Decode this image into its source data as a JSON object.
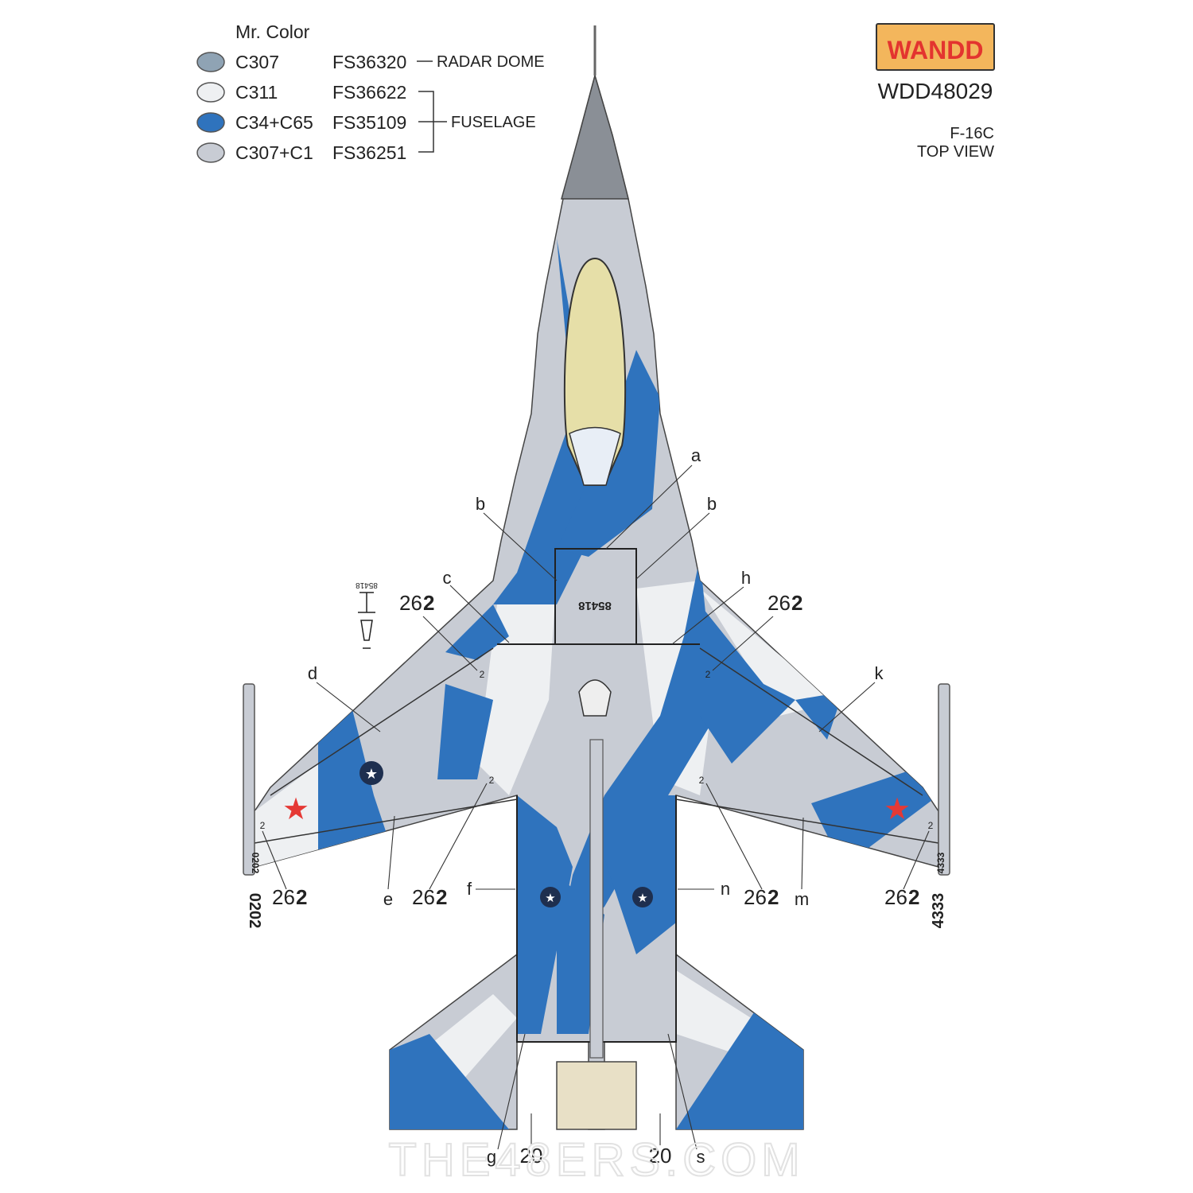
{
  "legend": {
    "heading": "Mr. Color",
    "items": [
      {
        "code": "C307",
        "fs": "FS36320",
        "color": "#8fa3b4"
      },
      {
        "code": "C311",
        "fs": "FS36622",
        "color": "#eef0f2"
      },
      {
        "code": "C34+C65",
        "fs": "FS35109",
        "color": "#2f73bd"
      },
      {
        "code": "C307+C1",
        "fs": "FS36251",
        "color": "#c8ccd4"
      }
    ],
    "radar_label": "RADAR DOME",
    "fuselage_label": "FUSELAGE"
  },
  "brand": {
    "logo_text": "WANDD",
    "code": "WDD48029",
    "logo_bg": "#f3b65c",
    "logo_text_color": "#e3342f"
  },
  "view": {
    "aircraft": "F-16C",
    "view": "TOP VIEW"
  },
  "callouts": {
    "a": "a",
    "b": "b",
    "c": "c",
    "d": "d",
    "e": "e",
    "f": "f",
    "g": "g",
    "h": "h",
    "k": "k",
    "m": "m",
    "n": "n",
    "s": "s"
  },
  "markings": {
    "modex_small": "26",
    "modex_big": "2",
    "tail_number_left": "0202",
    "tail_number_right": "4333",
    "serial": "85418",
    "twenty": "20",
    "star_color": "#e53935"
  },
  "watermark": "THE48ERS.COM",
  "colors": {
    "blue": "#2f73bd",
    "grey_light": "#c8ccd4",
    "white": "#eef0f2",
    "radome": "#8a8f96",
    "canopy": "#e6dfa8"
  }
}
